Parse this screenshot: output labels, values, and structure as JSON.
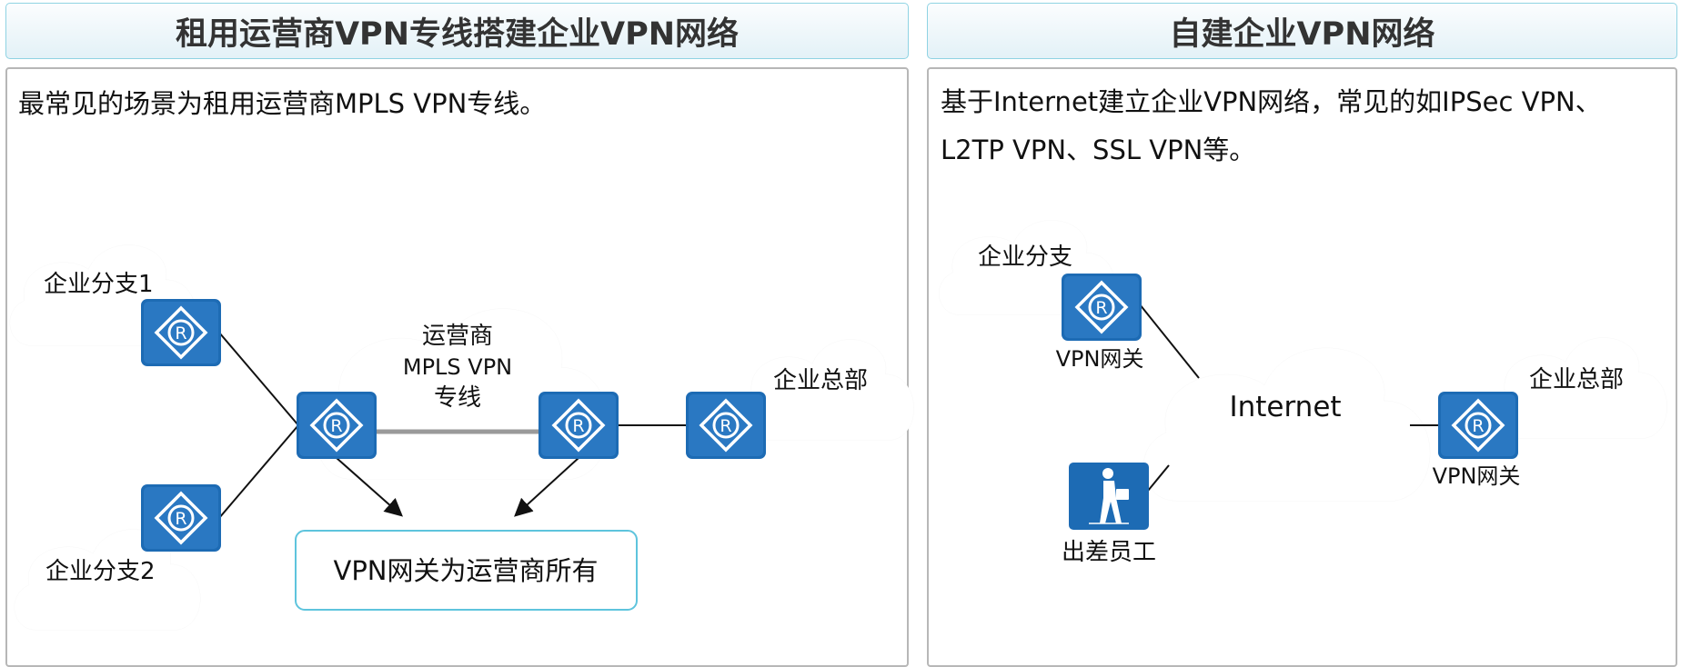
{
  "colors": {
    "router": "#1d6bb4",
    "cloud_stroke": "#a8a8a8",
    "header_border": "#8fd3e3",
    "callout_border": "#5ec4dd"
  },
  "left": {
    "title": "租用运营商VPN专线搭建企业VPN网络",
    "description": "最常见的场景为租用运营商MPLS VPN专线。",
    "branch1": "企业分支1",
    "branch2": "企业分支2",
    "carrier_line1": "运营商",
    "carrier_line2": "MPLS VPN",
    "carrier_line3": "专线",
    "hq": "企业总部",
    "callout": "VPN网关为运营商所有",
    "router_icon": "router-icon"
  },
  "right": {
    "title": "自建企业VPN网络",
    "description_line1": "基于Internet建立企业VPN网络，常见的如IPSec VPN、",
    "description_line2": "L2TP VPN、SSL VPN等。",
    "branch": "企业分支",
    "internet": "Internet",
    "hq": "企业总部",
    "gateway_branch": "VPN网关",
    "gateway_hq": "VPN网关",
    "traveler": "出差员工",
    "router_icon": "router-icon",
    "traveler_icon": "traveling-employee-icon"
  }
}
